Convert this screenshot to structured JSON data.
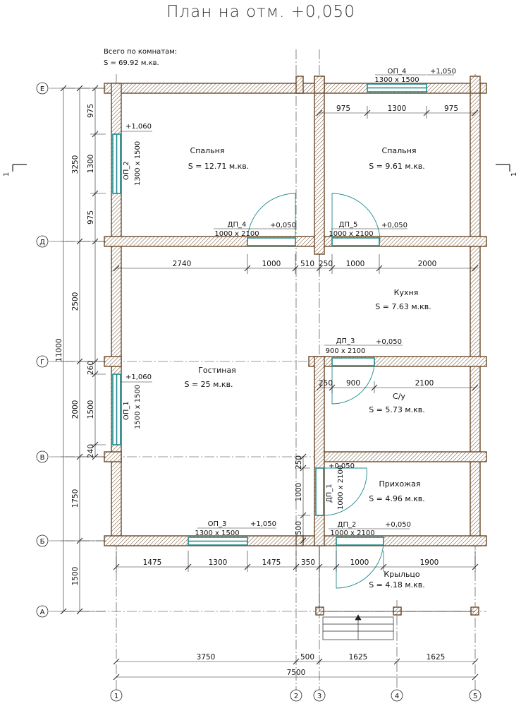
{
  "title": "План на отм. +0,050",
  "total": {
    "label": "Всего по комнатам:",
    "area": "S   =  69.92 м.кв."
  },
  "axes": {
    "rows": [
      "Е",
      "Д",
      "Г",
      "В",
      "Б",
      "А"
    ],
    "cols": [
      "1",
      "2",
      "3",
      "4",
      "5"
    ]
  },
  "section_mark": "1",
  "rooms": [
    {
      "name": "Спальня",
      "area": "S   = 12.71 м.кв."
    },
    {
      "name": "Спальня",
      "area": "S   = 9.61 м.кв."
    },
    {
      "name": "Кухня",
      "area": "S   = 7.63 м.кв."
    },
    {
      "name": "Гостиная",
      "area": "S   = 25 м.кв."
    },
    {
      "name": "С/у",
      "area": "S   = 5.73 м.кв."
    },
    {
      "name": "Прихожая",
      "area": "S   = 4.96 м.кв."
    },
    {
      "name": "Крыльцо",
      "area": "S   = 4.18 м.кв."
    }
  ],
  "openings": {
    "op4": {
      "mark": "ОП_4",
      "size": "1300 x 1500",
      "level": "+1,050"
    },
    "op2": {
      "mark": "ОП_2",
      "size": "1300 x 1500",
      "level": "+1,060"
    },
    "op1": {
      "mark": "ОП_1",
      "size": "1500 x 1500",
      "level": "+1,060"
    },
    "op3": {
      "mark": "ОП_3",
      "size": "1300 x 1500",
      "level": "+1,050"
    },
    "dp4": {
      "mark": "ДП_4",
      "size": "1000 x 2100",
      "level": "+0,050"
    },
    "dp5": {
      "mark": "ДП_5",
      "size": "1000 x 2100",
      "level": "+0,050"
    },
    "dp3": {
      "mark": "ДП_3",
      "size": "900 x 2100",
      "level": "+0,050"
    },
    "dp1": {
      "mark": "ДП_1",
      "size": "1000 x 2100",
      "level": "+0,050"
    },
    "dp2": {
      "mark": "ДП_2",
      "size": "1000 x 2100",
      "level": "+0,050"
    }
  },
  "dims": {
    "top": [
      "975",
      "1300",
      "975"
    ],
    "d_row": [
      "2740",
      "1000",
      "510",
      "250",
      "1000",
      "2000"
    ],
    "g_row": [
      "250",
      "900",
      "2100"
    ],
    "b_row": [
      "1475",
      "1300",
      "1475",
      "350",
      "1000",
      "1900"
    ],
    "bottom1": [
      "3750",
      "500",
      "1625",
      "1625"
    ],
    "bottom_total": "7500",
    "left_inner": [
      "975",
      "1300",
      "975",
      "260",
      "1500",
      "240"
    ],
    "left_mid": [
      "3250",
      "2500",
      "2000",
      "1750",
      "1500"
    ],
    "left_total": "11000",
    "hall_v": [
      "250",
      "1000",
      "500"
    ]
  }
}
